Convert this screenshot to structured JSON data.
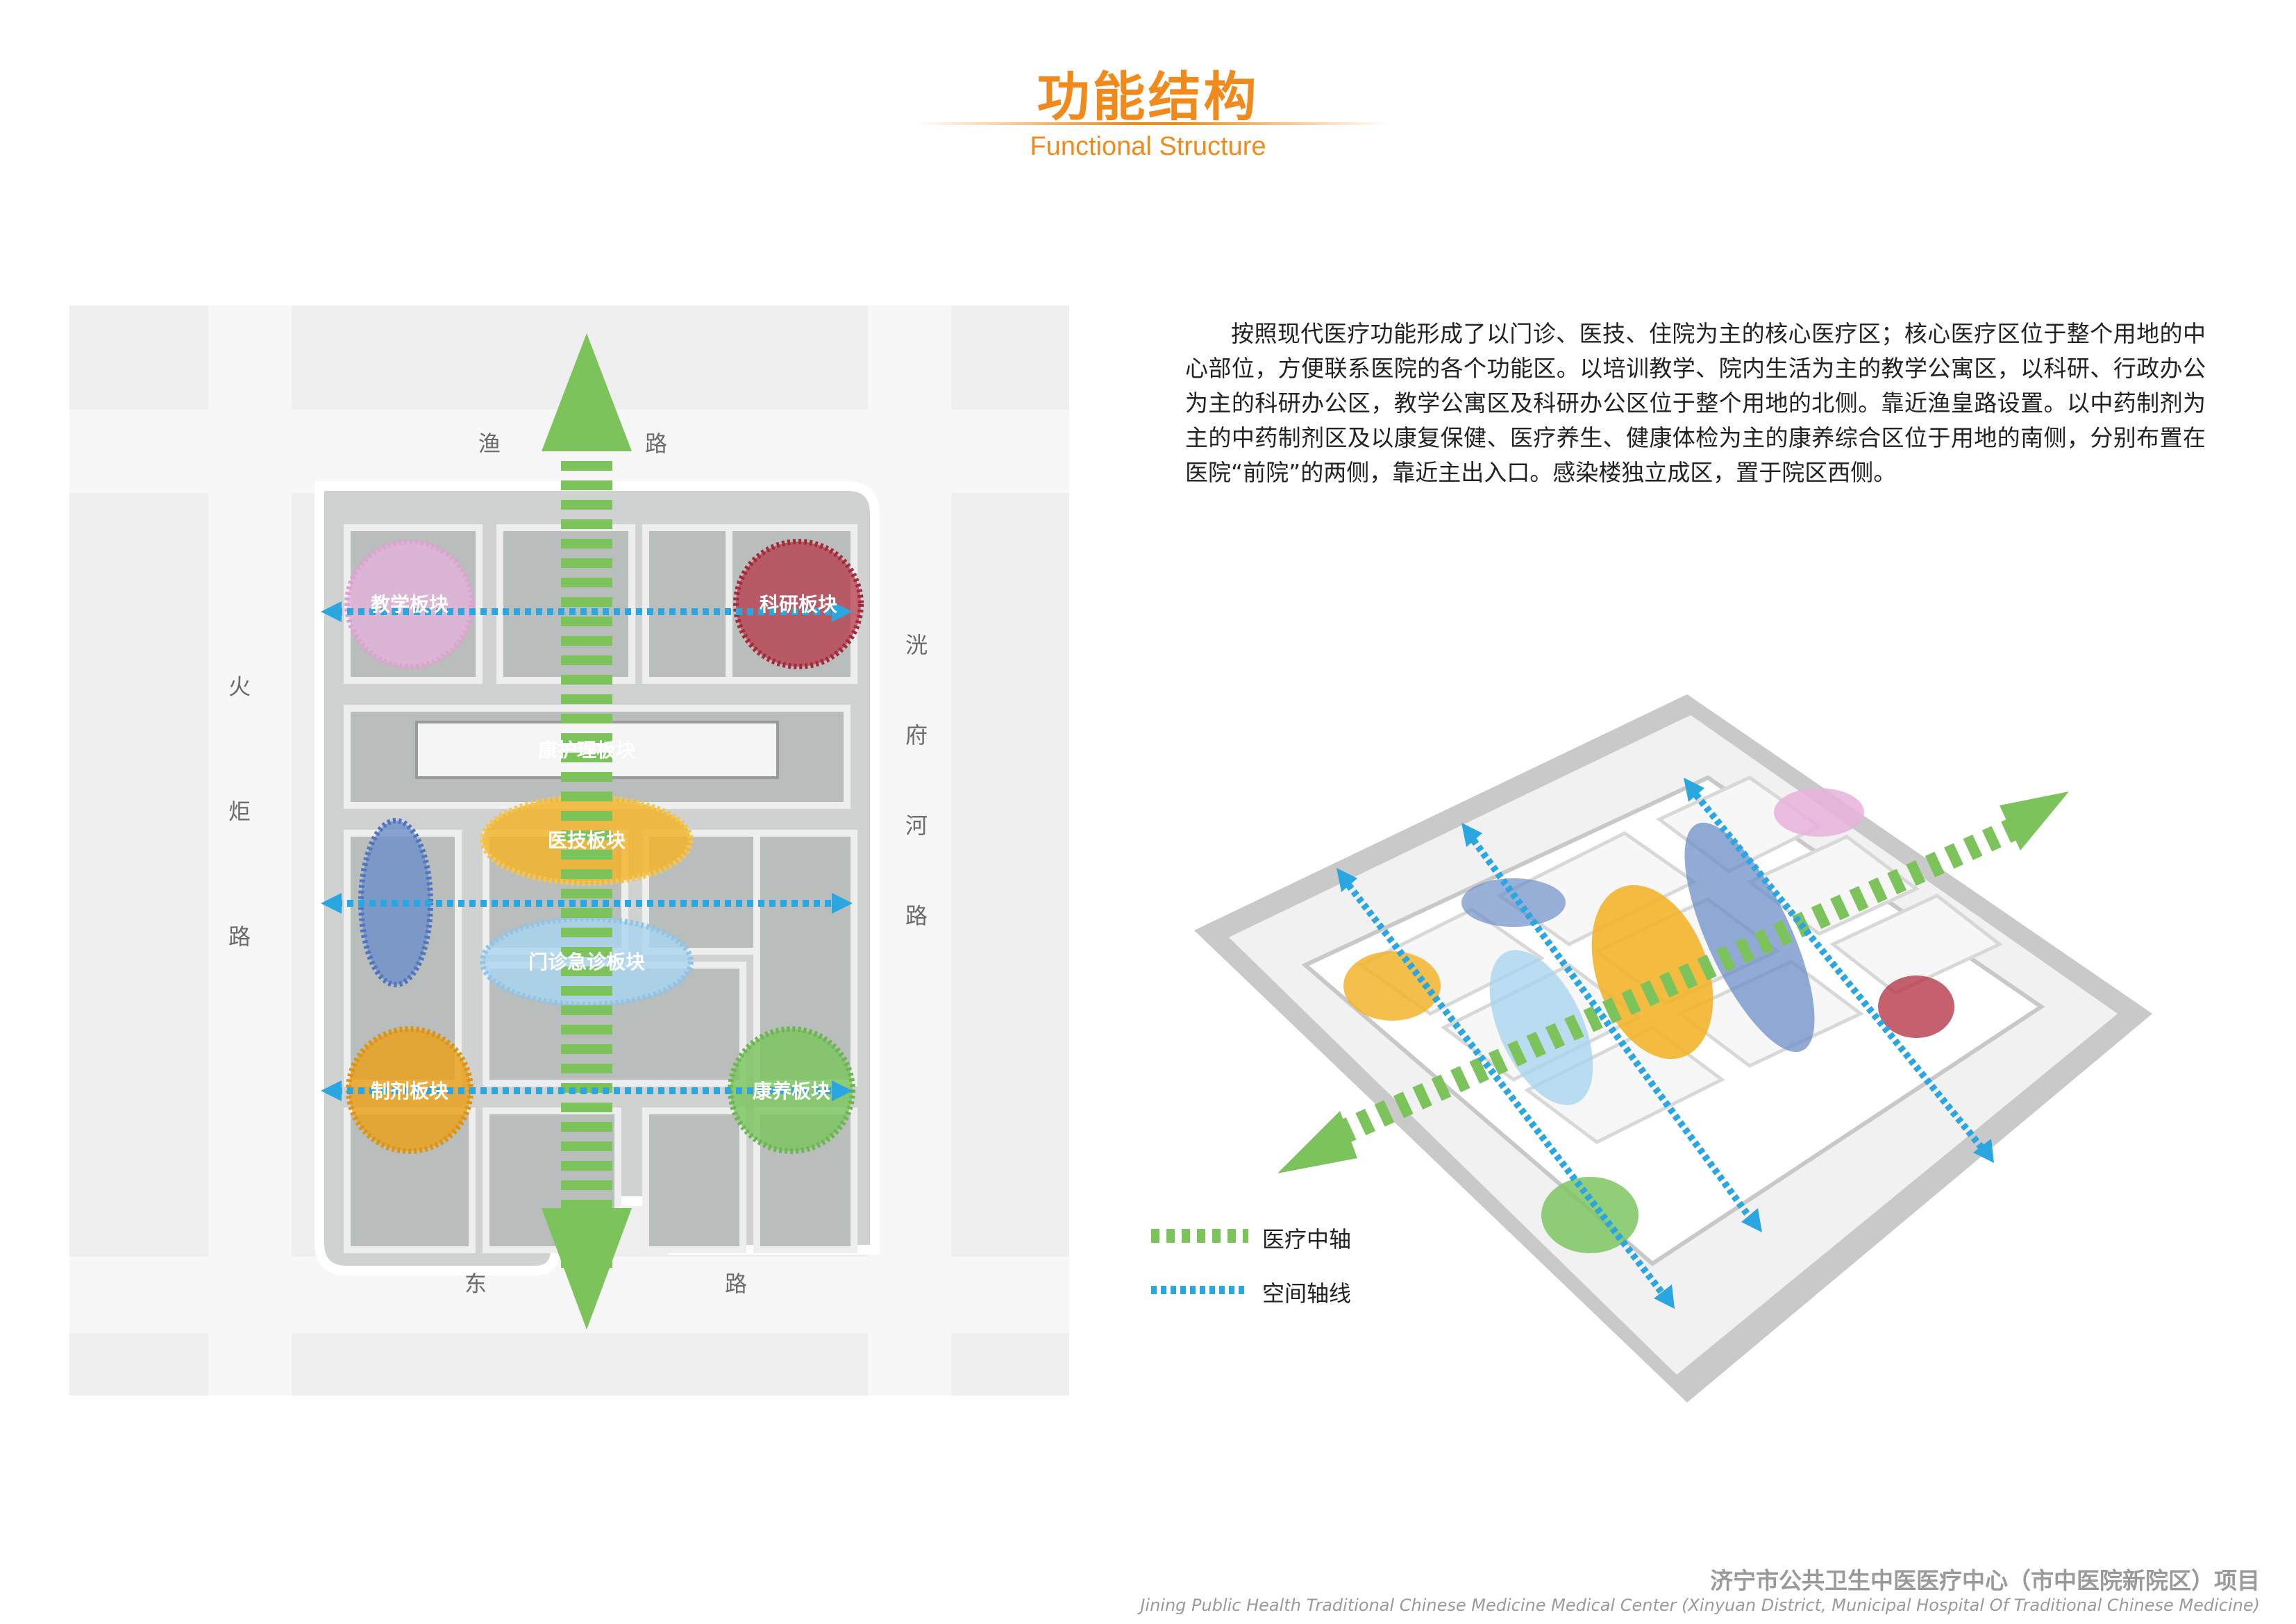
{
  "header": {
    "title": "功能结构",
    "subtitle": "Functional Structure"
  },
  "description": "按照现代医疗功能形成了以门诊、医技、住院为主的核心医疗区；核心医疗区位于整个用地的中心部位，方便联系医院的各个功能区。以培训教学、院内生活为主的教学公寓区，以科研、行政办公为主的科研办公区，教学公寓区及科研办公区位于整个用地的北侧。靠近渔皇路设置。以中药制剂为主的中药制剂区及以康复保健、医疗养生、健康体检为主的康养综合区位于用地的南侧，分别布置在医院“前院”的两侧，靠近主出入口。感染楼独立成区，置于院区西侧。",
  "site_plan": {
    "roads": {
      "north": [
        "渔",
        "路"
      ],
      "south": [
        "东",
        "路"
      ],
      "west": [
        "火",
        "炬",
        "路"
      ],
      "east": [
        "洸",
        "府",
        "河",
        "路"
      ]
    },
    "zones": {
      "teaching": "教学板块",
      "research": "科研板块",
      "nursing": "康护理板块",
      "medtech": "医技板块",
      "outpatient": "门诊急诊板块",
      "pharmacy": "制剂板块",
      "rehab": "康养板块"
    }
  },
  "legend": {
    "medical_axis": "医疗中轴",
    "spatial_axis": "空间轴线"
  },
  "colors": {
    "accent": "#f08a1c",
    "medical_axis": "#7dc35b",
    "spatial_axis": "#2aa6e0",
    "teaching": "#e7b3dc",
    "research": "#b73a4a",
    "medtech": "#f2b52c",
    "outpatient": "#a9d4ef",
    "pharmacy": "#e8a21e",
    "rehab": "#7ec563",
    "infection": "#6d8fc8"
  },
  "footer": {
    "project_cn": "济宁市公共卫生中医医疗中心（市中医院新院区）项目",
    "project_en": "Jining Public Health Traditional Chinese Medicine Medical Center (Xinyuan District, Municipal Hospital Of Traditional Chinese Medicine)"
  }
}
